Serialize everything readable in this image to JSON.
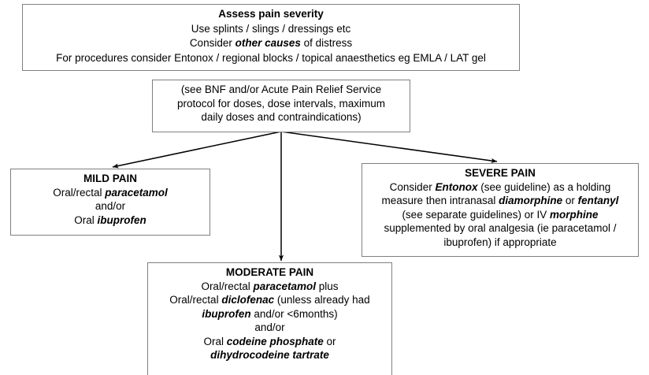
{
  "diagram": {
    "title": "Pain severity assessment and analgesia flowchart",
    "line_color": "#808080",
    "arrow_color": "#000000",
    "background": "#ffffff"
  },
  "nodes": {
    "assess": {
      "name": "assess-pain-severity",
      "header": "Assess pain severity",
      "lines": [
        "Use splints / slings / dressings etc",
        "Consider other causes of distress",
        "For procedures consider Entonox / regional blocks / topical anaesthetics eg EMLA / LAT gel"
      ]
    },
    "bnf": {
      "name": "bnf-reference",
      "lines": [
        "(see BNF and/or Acute Pain Relief Service",
        "protocol for doses, dose intervals, maximum",
        "daily doses and contraindications)"
      ]
    },
    "mild": {
      "name": "mild-pain",
      "header": "MILD PAIN",
      "lines": [
        "Oral/rectal paracetamol",
        "and/or",
        "Oral ibuprofen"
      ]
    },
    "severe": {
      "name": "severe-pain",
      "header": "SEVERE PAIN",
      "lines": [
        "Consider Entonox (see guideline) as a holding",
        "measure then intranasal diamorphine or fentanyl",
        "(see separate guidelines) or IV morphine",
        "supplemented by oral analgesia (ie paracetamol /",
        "ibuprofen) if appropriate"
      ]
    },
    "moderate": {
      "name": "moderate-pain",
      "header": "MODERATE PAIN",
      "lines": [
        "Oral/rectal paracetamol plus",
        "Oral/rectal diclofenac (unless already had",
        "ibuprofen and/or <6months)",
        "and/or",
        "Oral codeine phosphate or",
        "dihydrocodeine tartrate"
      ]
    }
  },
  "connectors": [
    {
      "name": "arrow-bnf-to-mild",
      "from": "bnf",
      "to": "mild"
    },
    {
      "name": "arrow-bnf-to-moderate",
      "from": "bnf",
      "to": "moderate"
    },
    {
      "name": "arrow-bnf-to-severe",
      "from": "bnf",
      "to": "severe"
    }
  ]
}
